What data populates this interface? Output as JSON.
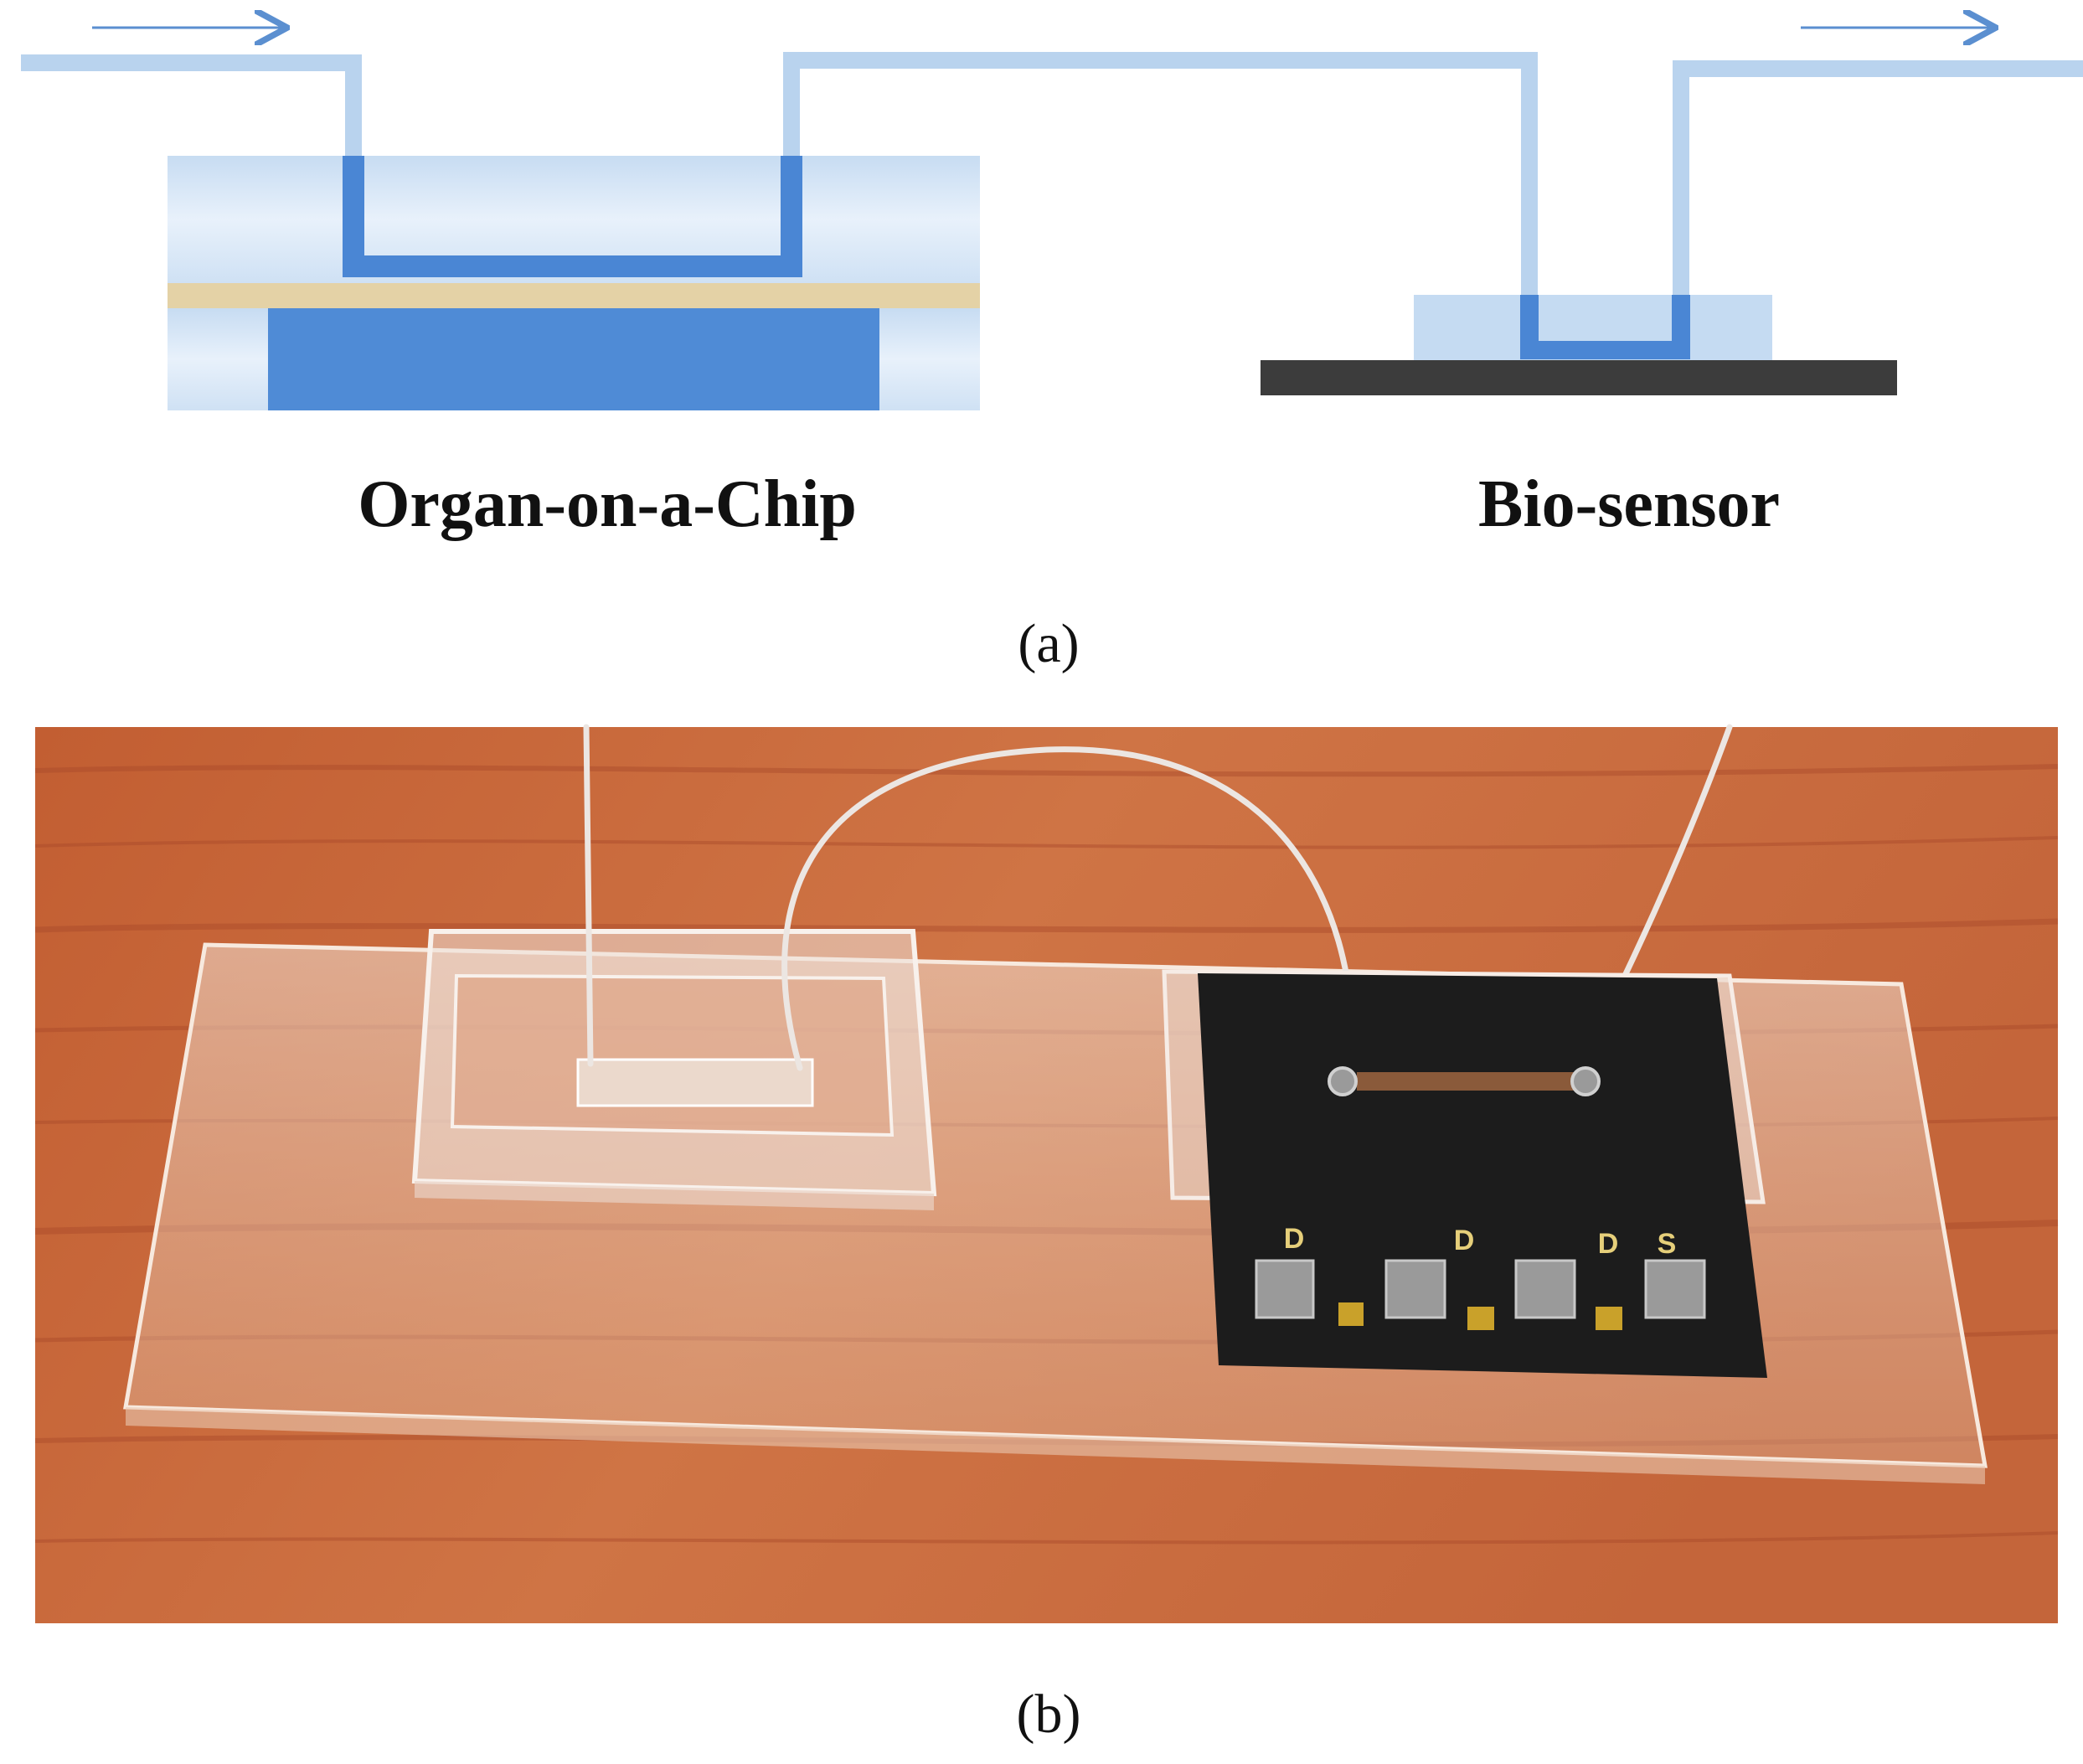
{
  "panel_a": {
    "left_label": "Organ-on-a-Chip",
    "right_label": "Bio-sensor",
    "caption": "(a)",
    "colors": {
      "tube": "#b9d3ee",
      "channel": "#4a86d4",
      "chamber": "#4f8bd6",
      "block": "#d6e6f6",
      "membrane": "#e4d2a6",
      "sensor_base": "#3c3c3c",
      "arrow": "#5b8fd0"
    }
  },
  "panel_b": {
    "caption": "(b)",
    "pad_letters": [
      "D",
      "D",
      "D",
      "S"
    ],
    "colors": {
      "wood": "#c9683c",
      "chip": "#1c1c1c",
      "pad": "#9a9a9a",
      "gold": "#c9a12a"
    }
  }
}
